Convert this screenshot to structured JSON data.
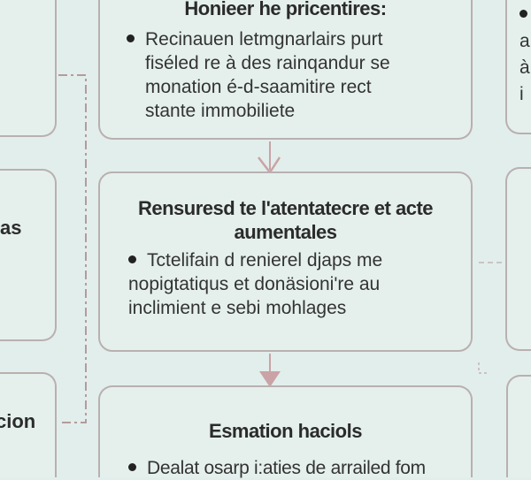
{
  "diagram": {
    "left_column": [
      {
        "title": ""
      },
      {
        "title": "as"
      },
      {
        "title": "cion"
      }
    ],
    "center_column": [
      {
        "title": "Honieer he pricentires:",
        "bullets": [
          "Recinauen letmgnarlairs purt",
          "fiséled re à des rainqandur se",
          "monation é-d-saamitire rect",
          "stante immobiliete"
        ]
      },
      {
        "title": "Rensuresd te l'atentatecre et acte aumentales",
        "bullets": [
          "Tctelifain d renierel djaps me",
          "nopigtatiqus et donäsioni're au",
          "inclimient e sebi mohlages"
        ]
      },
      {
        "title": "Esmation haciols",
        "bullets": [
          "Dealat osarp i:aties de arrailed fom"
        ]
      }
    ],
    "right_column": [
      {
        "lines": [
          "a",
          "à",
          "i"
        ]
      },
      {
        "lines": []
      },
      {
        "lines": []
      }
    ],
    "colors": {
      "background": "#e2eeeb",
      "box_border": "#b9b0b0",
      "connector": "#b49b9d",
      "arrow": "#c9a3a6"
    }
  }
}
